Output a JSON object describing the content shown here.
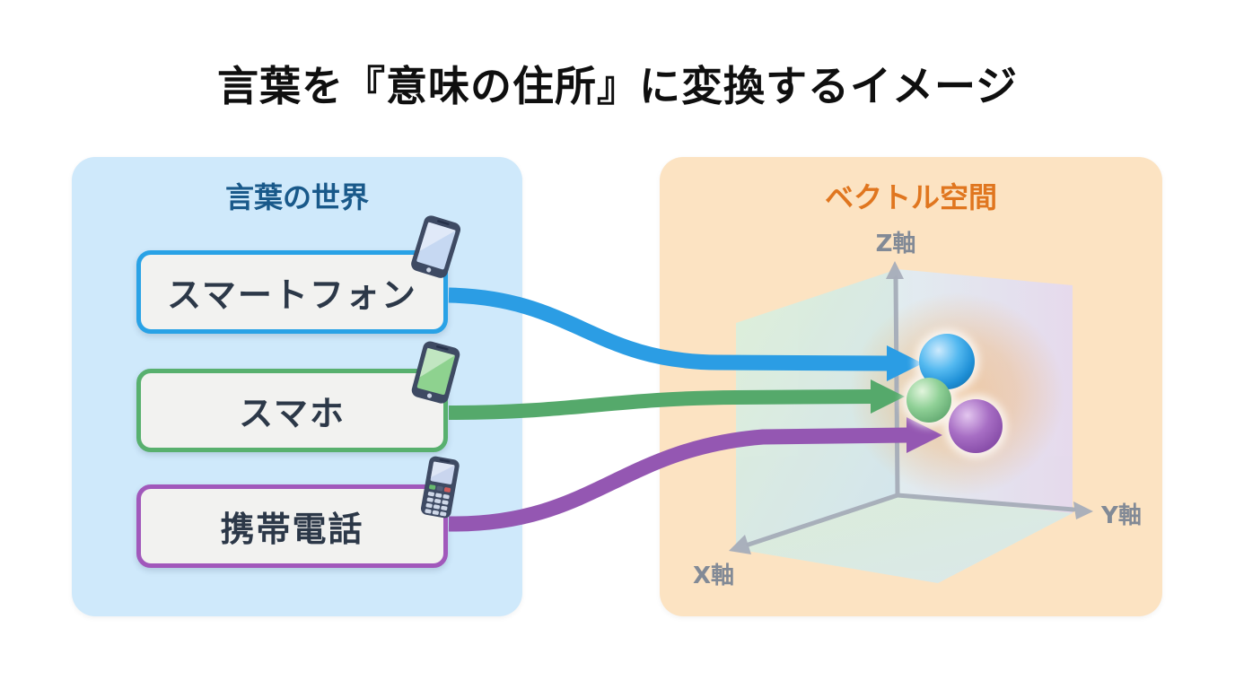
{
  "title": "言葉を『意味の住所』に変換するイメージ",
  "left_panel": {
    "title": "言葉の世界",
    "background_color": "#cfe9fb",
    "title_color": "#19598a",
    "items": [
      {
        "label": "スマートフォン",
        "border_color": "#29a2e6",
        "icon": "smartphone-blue-icon",
        "arrow_color": "#2b9de4"
      },
      {
        "label": "スマホ",
        "border_color": "#58b06e",
        "icon": "smartphone-green-icon",
        "arrow_color": "#55a96b"
      },
      {
        "label": "携帯電話",
        "border_color": "#a158bb",
        "icon": "feature-phone-icon",
        "arrow_color": "#9457b2"
      }
    ]
  },
  "right_panel": {
    "title": "ベクトル空間",
    "background_color": "#fce3c2",
    "title_color": "#e0761f",
    "axes": {
      "z": "Z軸",
      "y": "Y軸",
      "x": "X軸"
    },
    "axis_color": "#a6adb9",
    "points": [
      {
        "word": "スマートフォン",
        "sphere_color": "#1e8fd6"
      },
      {
        "word": "スマホ",
        "sphere_color": "#63ab72"
      },
      {
        "word": "携帯電話",
        "sphere_color": "#8146a3"
      }
    ],
    "cluster_glow_color": "#f5b269"
  }
}
